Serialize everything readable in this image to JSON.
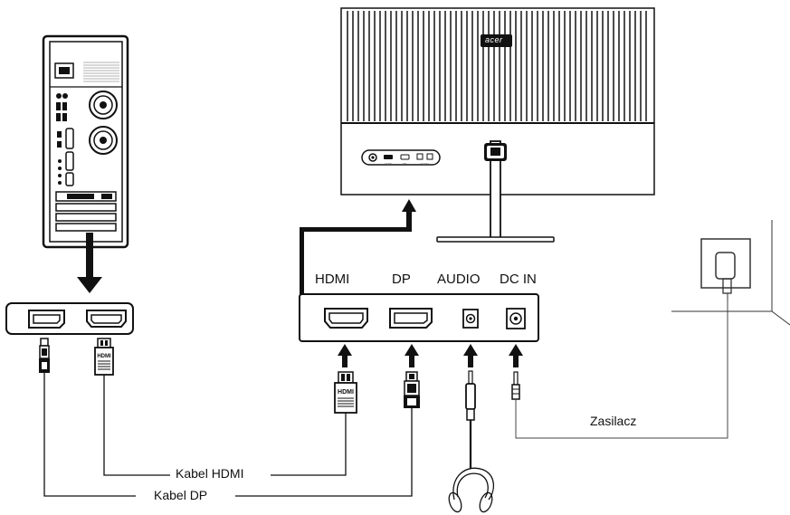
{
  "brand": {
    "logo_text": "acer"
  },
  "monitor_ports": {
    "hdmi_label": "HDMI",
    "dp_label": "DP",
    "audio_label": "AUDIO",
    "dcin_label": "DC IN"
  },
  "plugs": {
    "hdmi_plug_text": "HDMI"
  },
  "cables": {
    "hdmi_cable_label": "Kabel HDMI",
    "dp_cable_label": "Kabel DP",
    "power_adapter_label": "Zasilacz"
  },
  "icons": [
    "pc-tower-icon",
    "monitor-icon",
    "headphones-icon",
    "wall-outlet-icon",
    "hdmi-port-icon",
    "displayport-port-icon",
    "audio-jack-icon",
    "dc-jack-icon",
    "hdmi-plug-icon",
    "dp-plug-icon",
    "audio-plug-icon",
    "dc-plug-icon",
    "arrow-up-icon",
    "arrow-down-icon"
  ],
  "colors": {
    "line": "#111111",
    "thin_line": "#333333",
    "background": "#ffffff"
  }
}
